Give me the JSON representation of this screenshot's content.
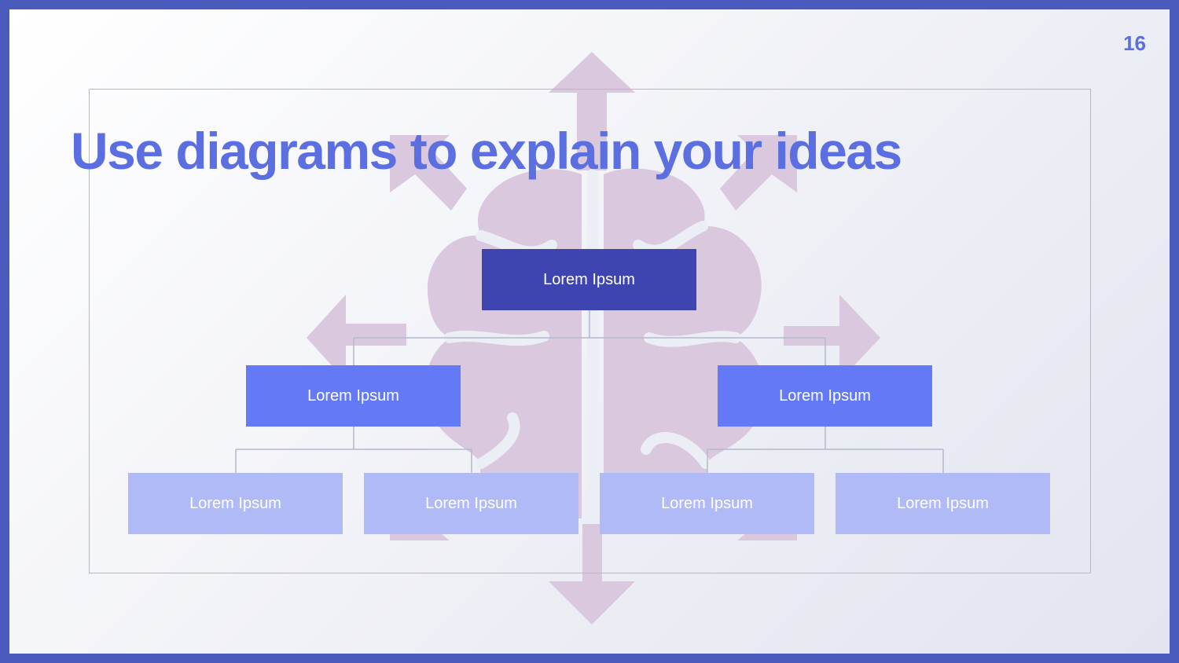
{
  "slide": {
    "title": "Use diagrams to explain your ideas",
    "page_number": "16"
  },
  "colors": {
    "border": "#4a5bbd",
    "title": "#5c6fe0",
    "root_box": "#3f45b0",
    "level1_box": "#6379f5",
    "level2_box": "#b0baf7",
    "background_art": "#d9c8de",
    "connector": "#b4b8cc"
  },
  "background_art": {
    "icons": [
      "brain-icon",
      "arrow-icon"
    ]
  },
  "org_chart": {
    "root": {
      "label": "Lorem Ipsum"
    },
    "level1": [
      {
        "label": "Lorem Ipsum"
      },
      {
        "label": "Lorem Ipsum"
      }
    ],
    "level2": [
      {
        "label": "Lorem Ipsum"
      },
      {
        "label": "Lorem Ipsum"
      },
      {
        "label": "Lorem Ipsum"
      },
      {
        "label": "Lorem Ipsum"
      }
    ]
  }
}
